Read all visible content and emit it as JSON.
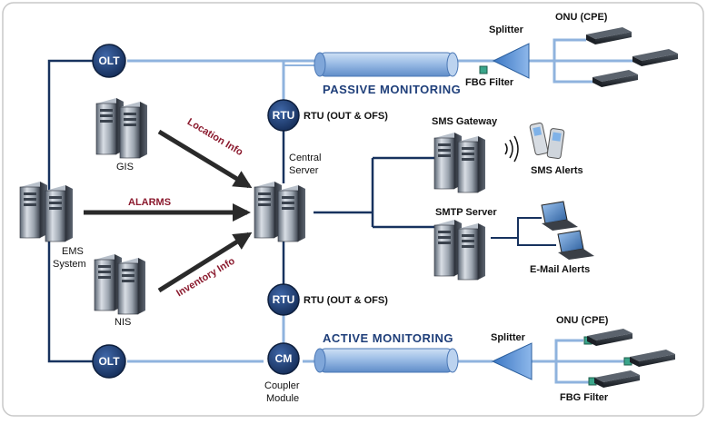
{
  "nodes": {
    "olt_top": "OLT",
    "olt_bottom": "OLT",
    "rtu_top": "RTU",
    "rtu_bottom": "RTU",
    "cm": "CM"
  },
  "labels": {
    "rtu_top_desc": "RTU (OUT & OFS)",
    "rtu_bottom_desc": "RTU (OUT & OFS)",
    "passive": "PASSIVE MONITORING",
    "active": "ACTIVE MONITORING",
    "splitter_top": "Splitter",
    "splitter_bottom": "Splitter",
    "onu_top": "ONU (CPE)",
    "onu_bottom": "ONU (CPE)",
    "fbg_top": "FBG Filter",
    "fbg_bottom": "FBG Filter",
    "gis": "GIS",
    "nis": "NIS",
    "ems_line1": "EMS",
    "ems_line2": "System",
    "central_line1": "Central",
    "central_line2": "Server",
    "sms_gateway": "SMS Gateway",
    "smtp_server": "SMTP Server",
    "sms_alerts": "SMS Alerts",
    "email_alerts": "E-Mail Alerts",
    "coupler_line1": "Coupler",
    "coupler_line2": "Module"
  },
  "flows": {
    "location": "Location Info",
    "alarms": "ALARMS",
    "inventory": "Inventory Info"
  },
  "colors": {
    "line_dark": "#17325e",
    "line_light": "#8fb3de",
    "node_fill": "#1d3d73",
    "label_blue": "#1f3f7a",
    "flow_red": "#8b1a2e"
  }
}
